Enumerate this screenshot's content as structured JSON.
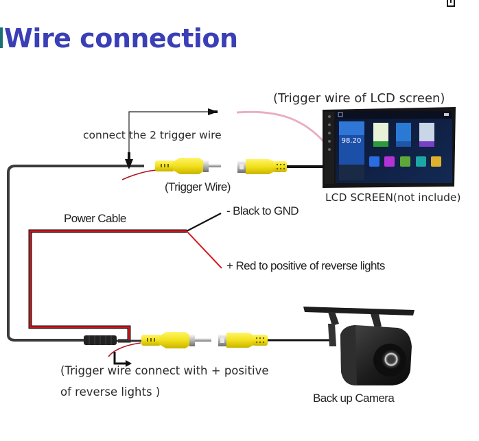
{
  "page": {
    "title": "Wire connection",
    "corner_icon": "share-icon"
  },
  "labels": {
    "lcd_trigger_wire": "(Trigger wire of LCD screen)",
    "connect_triggers": "connect the 2 trigger wire",
    "trigger_wire": "(Trigger Wire)",
    "lcd_screen": "LCD SCREEN(not include)",
    "power_cable": "Power Cable",
    "black_gnd": "- Black to GND",
    "red_positive": "+ Red to positive of reverse lights",
    "trigger_note_line1": "(Trigger wire connect with + positive",
    "trigger_note_line2": "of reverse lights )",
    "backup_camera": "Back up Camera"
  },
  "lcd": {
    "radio_frequency": "98.20",
    "app_tiles": [
      "navigation",
      "music-visualizer",
      "phone-contact"
    ],
    "dock_icons": [
      "wifi",
      "music",
      "settings",
      "files",
      "gear"
    ]
  },
  "colors": {
    "title": "#3b3fb6",
    "rca_yellow": "#f2e11b",
    "power_red": "#d4141c",
    "wire_black": "#1a1a1a",
    "lcd_trigger_pink": "#e9aec1"
  },
  "components": [
    "rca-male-plug",
    "rca-female-plug",
    "lcd-screen",
    "power-cable",
    "backup-camera"
  ]
}
